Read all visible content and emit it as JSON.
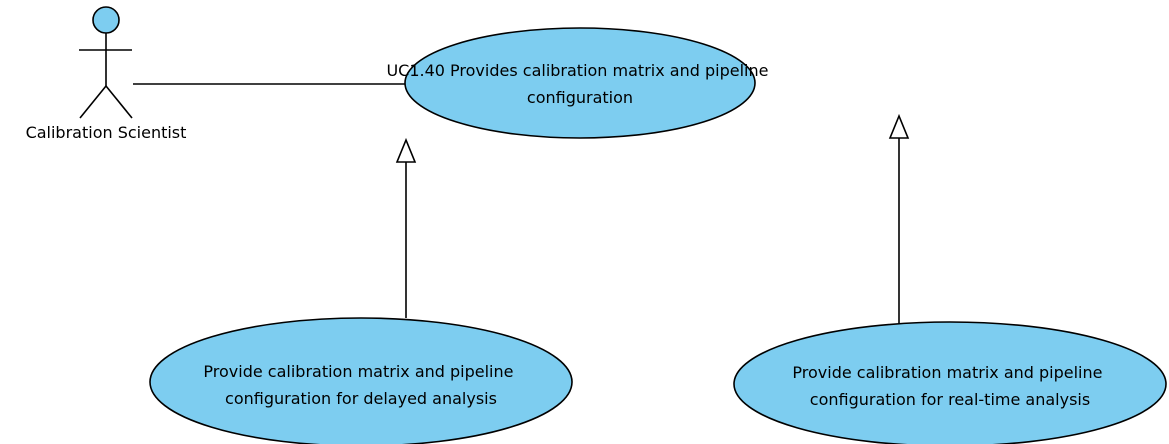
{
  "diagram": {
    "actor": {
      "name": "Calibration Scientist",
      "icon": "stick-figure-icon"
    },
    "main_use_case": {
      "line1": "UC1.40 Provides calibration matrix and pipeline",
      "line2": "configuration"
    },
    "sub_use_case_left": {
      "line1": "Provide calibration matrix and pipeline",
      "line2": "configuration for delayed analysis"
    },
    "sub_use_case_right": {
      "line1": "Provide calibration matrix and pipeline",
      "line2": "configuration for real-time analysis"
    },
    "relationships": {
      "association": "actor-to-main-use-case",
      "generalizations": [
        "left-to-main-use-case",
        "right-to-main-use-case"
      ]
    },
    "colors": {
      "use_case_fill": "#7dcdf0",
      "actor_head_fill": "#7dcdf0",
      "stroke": "#000000",
      "background": "#ffffff"
    }
  }
}
